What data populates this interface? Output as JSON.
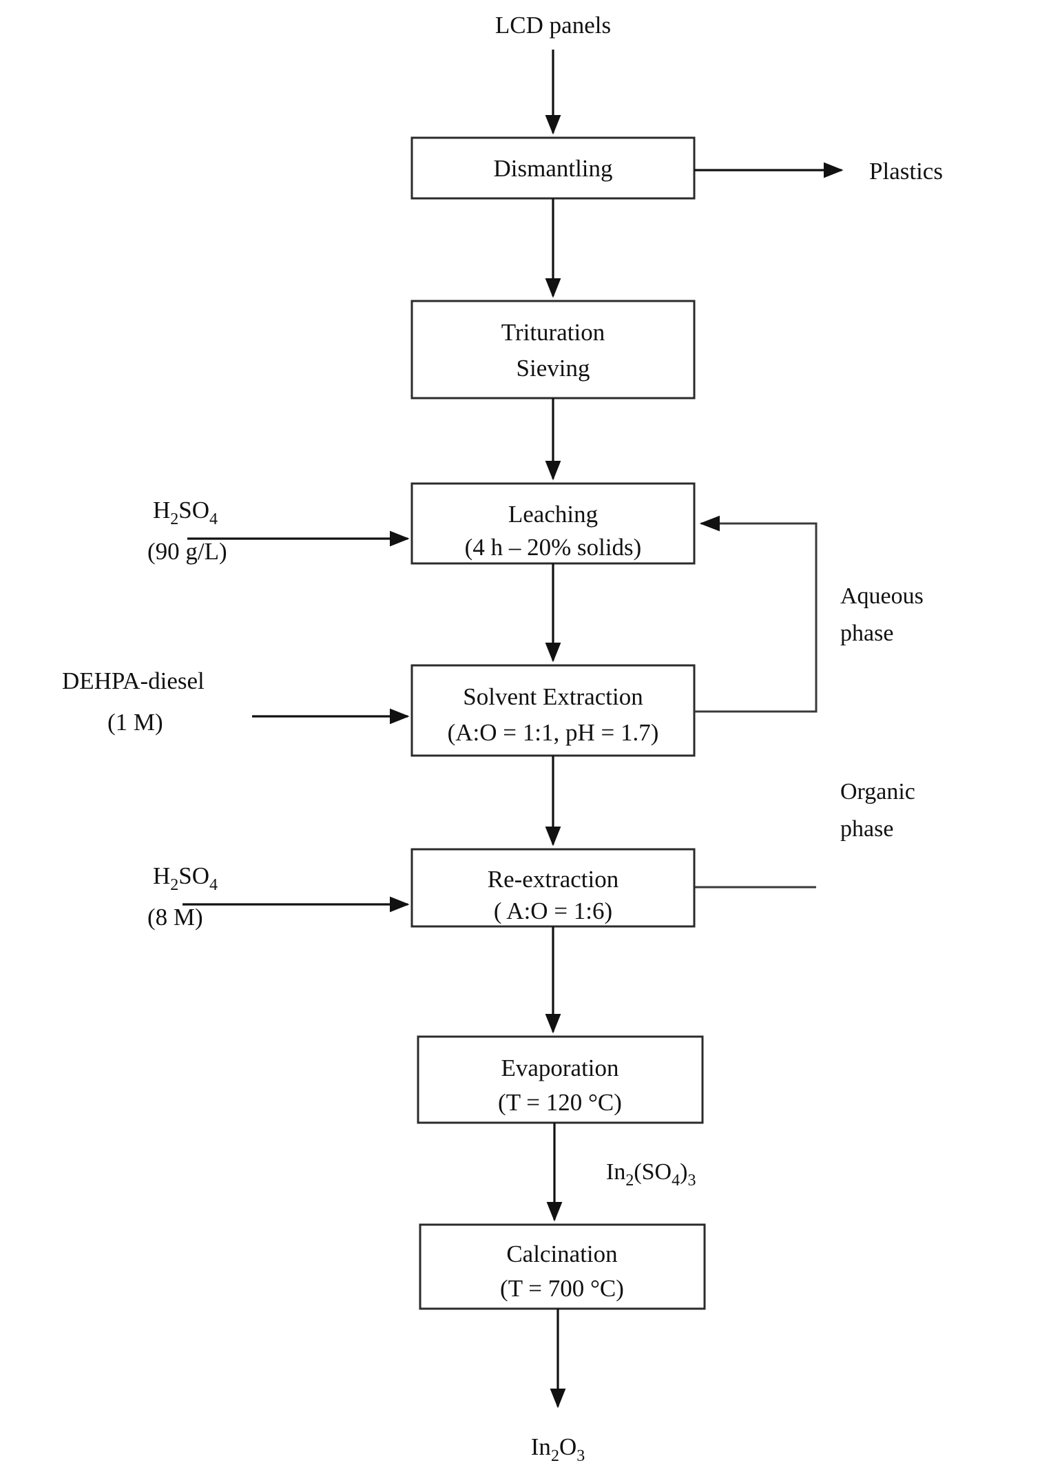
{
  "diagram": {
    "title": "LCD panel indium recovery process flowchart",
    "type": "process-flowchart",
    "colors": {
      "background": "#ffffff",
      "box_stroke": "#2b2b2b",
      "line": "#111111",
      "text": "#111111"
    },
    "inputs": {
      "feed": "LCD panels",
      "leaching_reagent_line1": "H",
      "leaching_reagent_line1_sub1": "2",
      "leaching_reagent_line1_mid": "SO",
      "leaching_reagent_line1_sub2": "4",
      "leaching_reagent_line2": "(90 g/L)",
      "extraction_reagent_line1": "DEHPA-diesel",
      "extraction_reagent_line2": "(1 M)",
      "reextraction_reagent_line1": "H",
      "reextraction_reagent_line1_sub1": "2",
      "reextraction_reagent_line1_mid": "SO",
      "reextraction_reagent_line1_sub2": "4",
      "reextraction_reagent_line2": "(8 M)"
    },
    "boxes": [
      {
        "id": "dismantling",
        "line1": "Dismantling",
        "line2": ""
      },
      {
        "id": "trituration",
        "line1": "Trituration",
        "line2": "Sieving"
      },
      {
        "id": "leaching",
        "line1": "Leaching",
        "line2": "(4 h – 20% solids)"
      },
      {
        "id": "solvent-extraction",
        "line1": "Solvent Extraction",
        "line2": "(A:O = 1:1, pH = 1.7)"
      },
      {
        "id": "re-extraction",
        "line1": "Re-extraction",
        "line2": "( A:O = 1:6)"
      },
      {
        "id": "evaporation",
        "line1": "Evaporation",
        "line2": "(T = 120 °C)"
      },
      {
        "id": "calcination",
        "line1": "Calcination",
        "line2": "(T = 700 °C)"
      }
    ],
    "outputs": {
      "plastics": "Plastics",
      "intermediate_product_main1": "In",
      "intermediate_product_sub1": "2",
      "intermediate_product_main2": "(SO",
      "intermediate_product_sub2": "4",
      "intermediate_product_main3": ")",
      "intermediate_product_sub3": "3",
      "final_product_main1": "In",
      "final_product_sub1": "2",
      "final_product_main2": "O",
      "final_product_sub2": "3"
    },
    "stream_labels": {
      "aqueous_line1": "Aqueous",
      "aqueous_line2": "phase",
      "organic_line1": "Organic",
      "organic_line2": "phase"
    }
  }
}
